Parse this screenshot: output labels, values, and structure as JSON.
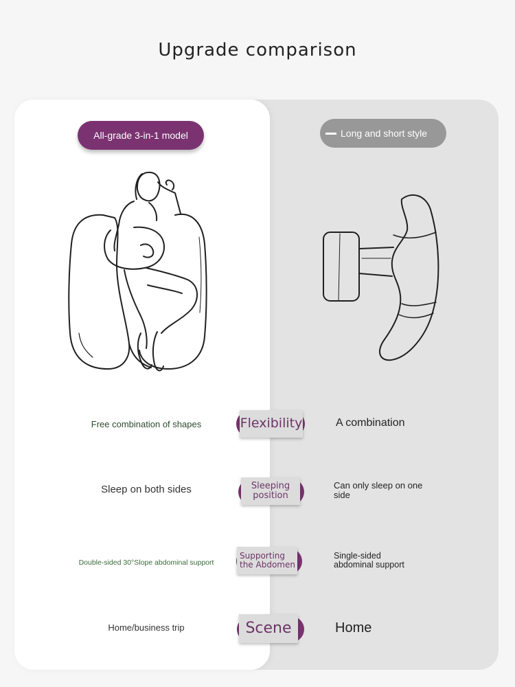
{
  "title": "Upgrade comparison",
  "left": {
    "label": "All-grade 3-in-1 model"
  },
  "right": {
    "label": "Long and short style"
  },
  "rows": [
    {
      "left": "Free combination of shapes",
      "badge": "Flexibility",
      "right": "A combination"
    },
    {
      "left": "Sleep on both sides",
      "badge": "Sleeping position",
      "right": "Can only sleep on one side"
    },
    {
      "left": "Double-sided 30°Slope abdominal support",
      "badge": "Supporting the Abdomen",
      "right": "Single-sided abdominal support"
    },
    {
      "left": "Home/business trip",
      "badge": "Scene",
      "right": "Home"
    }
  ],
  "colors": {
    "accent": "#7a3370",
    "badge_bg": "#dcdcdc",
    "right_panel": "#e3e3e3",
    "right_pill": "#989898"
  }
}
